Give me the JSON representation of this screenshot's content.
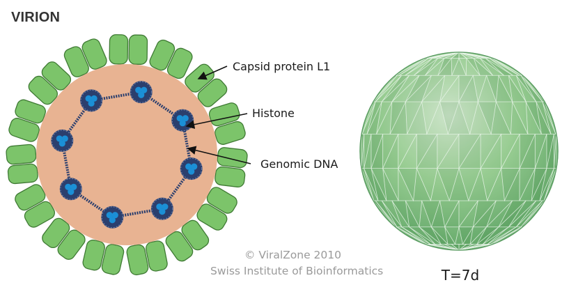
{
  "page": {
    "title": "VIRION"
  },
  "virion_cross_section": {
    "labels": {
      "capsid": "Capsid protein L1",
      "histone": "Histone",
      "dna": "Genomic DNA"
    },
    "colors": {
      "capsomer_fill": "#7cc46a",
      "capsomer_stroke": "#3f7a34",
      "interior": "#e8b392",
      "histone": "#1b8fd6",
      "dna": "#2b3f6e"
    }
  },
  "capsid_model": {
    "label": "T=7d",
    "color": "#8ccf8a"
  },
  "credits": {
    "copyright": "© ViralZone 2010",
    "institute": "Swiss Institute of Bioinformatics"
  }
}
